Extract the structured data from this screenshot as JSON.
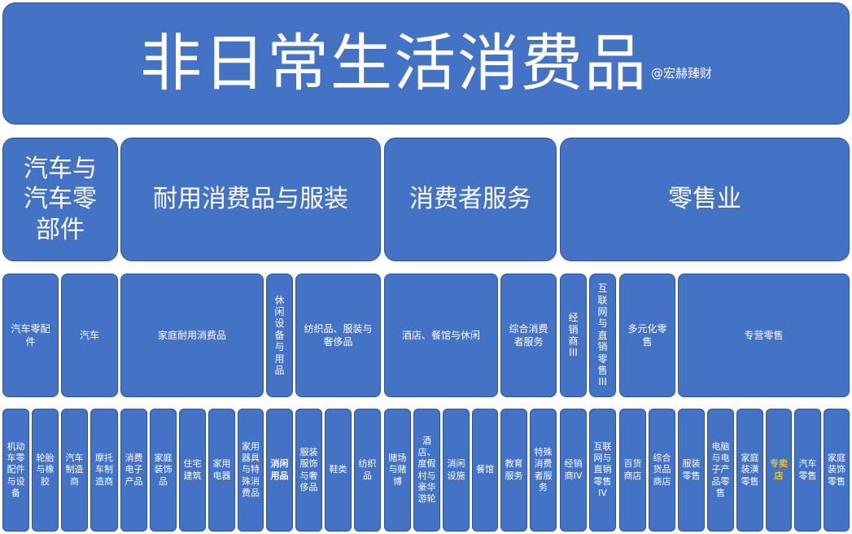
{
  "title": {
    "text": "非日常生活消费品",
    "credit": "@宏赫臻财"
  },
  "level1": [
    {
      "label": "汽车与汽车零部件"
    },
    {
      "label": "耐用消费品与服装"
    },
    {
      "label": "消费者服务"
    },
    {
      "label": "零售业"
    }
  ],
  "level2": [
    {
      "label": "汽车零配件"
    },
    {
      "label": "汽车"
    },
    {
      "label": "家庭耐用消费品"
    },
    {
      "label": "休闲设备与用品"
    },
    {
      "label": "纺织品、服装与奢侈品"
    },
    {
      "label": "酒店、餐馆与休闲"
    },
    {
      "label": "综合消费者服务"
    },
    {
      "label": "经销商III"
    },
    {
      "label": "互联网与直销零售III"
    },
    {
      "label": "多元化零售"
    },
    {
      "label": "专营零售"
    }
  ],
  "level3": [
    {
      "label": "机动车零配件与设备"
    },
    {
      "label": "轮胎与橡胶"
    },
    {
      "label": "汽车制造商"
    },
    {
      "label": "摩托车制造商"
    },
    {
      "label": "消费电子产品"
    },
    {
      "label": "家庭装饰品"
    },
    {
      "label": "住宅建筑"
    },
    {
      "label": "家用电器"
    },
    {
      "label": "家用器具与特殊消费品"
    },
    {
      "label": "消闲用品"
    },
    {
      "label": "服装服饰与奢侈品"
    },
    {
      "label": "鞋类"
    },
    {
      "label": "纺织品"
    },
    {
      "label": "赌场与赌博"
    },
    {
      "label": "酒店、度假村与豪华游轮"
    },
    {
      "label": "消闲设施"
    },
    {
      "label": "餐馆"
    },
    {
      "label": "教育服务"
    },
    {
      "label": "特殊消费者服务"
    },
    {
      "label": "经销商IV"
    },
    {
      "label": "互联网与直销零售IV"
    },
    {
      "label": "百货商店"
    },
    {
      "label": "综合货品商店"
    },
    {
      "label": "服装零售"
    },
    {
      "label": "电脑与电子产品零售"
    },
    {
      "label": "家庭装潢零售"
    },
    {
      "label": "专卖店"
    },
    {
      "label": "汽车零售"
    },
    {
      "label": "家庭装饰零售"
    }
  ],
  "colors": {
    "box_fill": "#4472c4",
    "box_border": "#2f5597",
    "text": "#ffffff",
    "highlight_text": "#ffc000"
  }
}
